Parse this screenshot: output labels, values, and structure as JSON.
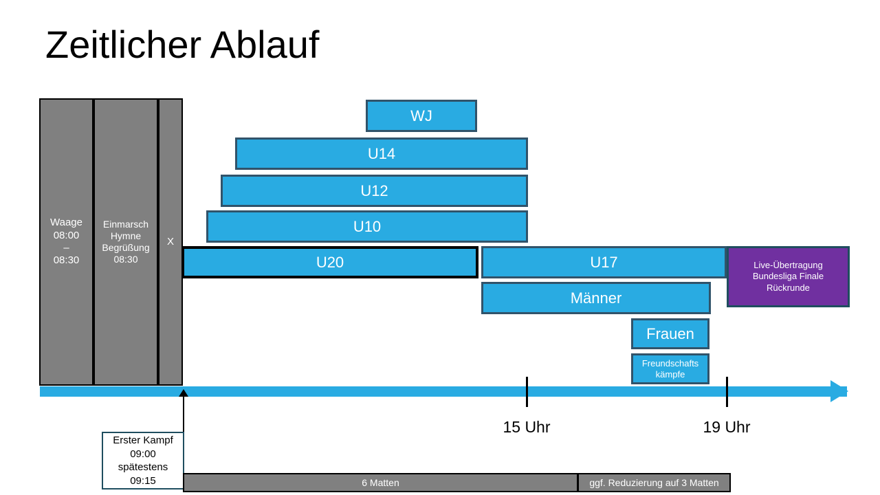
{
  "slide": {
    "title": "Zeitlicher Ablauf",
    "background": "#ffffff"
  },
  "colors": {
    "bar_fill": "#29abe2",
    "bar_border": "#31536a",
    "gray_fill": "#808080",
    "purple_fill": "#7030a0",
    "purple_border": "#1f4e5f",
    "axis": "#29abe2",
    "black": "#000000",
    "white": "#ffffff"
  },
  "prep_columns": [
    {
      "id": "waage",
      "label": "Waage\n08:00\n–\n08:30",
      "font_size": 15
    },
    {
      "id": "einmarsch",
      "label": "Einmarsch\nHymne\nBegrüßung\n08:30",
      "font_size": 14
    },
    {
      "id": "x",
      "label": "X",
      "font_size": 15
    }
  ],
  "bars": [
    {
      "id": "wj",
      "label": "WJ",
      "font_size": 22,
      "edge": "slate"
    },
    {
      "id": "u14",
      "label": "U14",
      "font_size": 22,
      "edge": "slate"
    },
    {
      "id": "u12",
      "label": "U12",
      "font_size": 22,
      "edge": "slate"
    },
    {
      "id": "u10",
      "label": "U10",
      "font_size": 22,
      "edge": "slate"
    },
    {
      "id": "u20",
      "label": "U20",
      "font_size": 22,
      "edge": "black"
    },
    {
      "id": "u17",
      "label": "U17",
      "font_size": 22,
      "edge": "slate"
    },
    {
      "id": "maenner",
      "label": "Männer",
      "font_size": 22,
      "edge": "slate"
    },
    {
      "id": "frauen",
      "label": "Frauen",
      "font_size": 22,
      "edge": "slate"
    },
    {
      "id": "freundschafts",
      "label": "Freundschafts\nkämpfe",
      "font_size": 13,
      "edge": "slate"
    }
  ],
  "broadcast": {
    "label": "Live-Übertragung\nBundesliga Finale\nRückrunde"
  },
  "axis": {
    "ticks": [
      {
        "id": "15uhr",
        "label": "15 Uhr"
      },
      {
        "id": "19uhr",
        "label": "19 Uhr"
      }
    ]
  },
  "callout": {
    "label": "Erster Kampf\n09:00\nspätestens\n09:15"
  },
  "matten": [
    {
      "id": "six-matten",
      "label": "6 Matten"
    },
    {
      "id": "reduced-matten",
      "label": "ggf. Reduzierung auf 3 Matten"
    }
  ]
}
